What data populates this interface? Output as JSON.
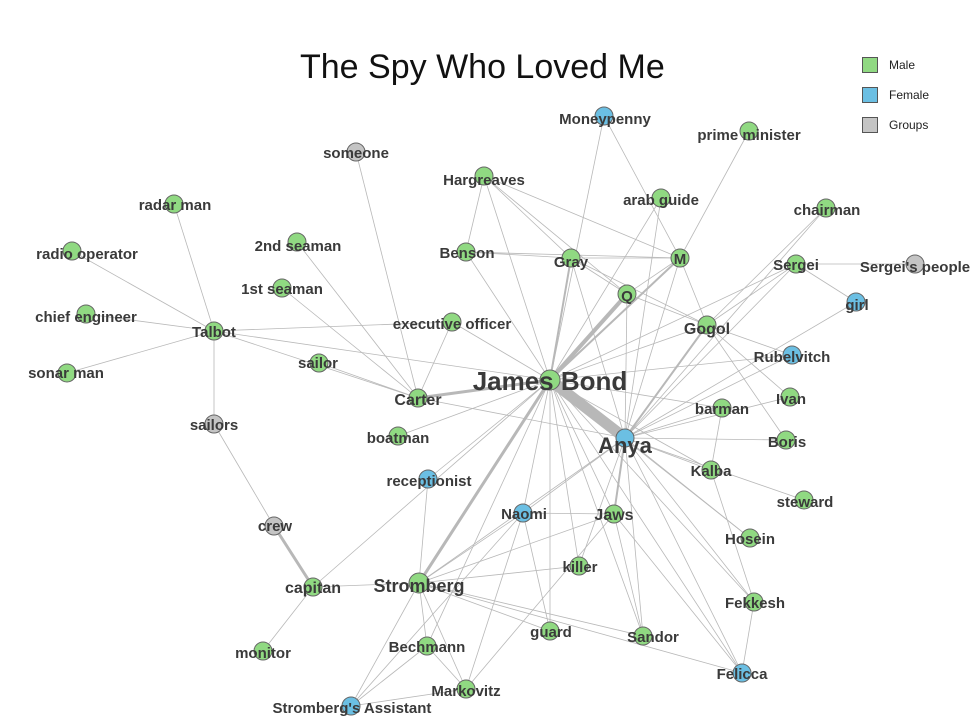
{
  "title": "The Spy Who Loved Me",
  "legend": [
    {
      "label": "Male",
      "group": "male"
    },
    {
      "label": "Female",
      "group": "female"
    },
    {
      "label": "Groups",
      "group": "group"
    }
  ],
  "colors": {
    "male": "#90d982",
    "female": "#6bbfe3",
    "group": "#c4c4c4",
    "node_stroke": "#666666",
    "edge": "#b8b8b8",
    "label": "#3a3a3a"
  },
  "nodes": [
    {
      "id": "James Bond",
      "group": "male"
    },
    {
      "id": "Anya",
      "group": "female"
    },
    {
      "id": "Moneypenny",
      "group": "female"
    },
    {
      "id": "prime minister",
      "group": "male"
    },
    {
      "id": "someone",
      "group": "group"
    },
    {
      "id": "Hargreaves",
      "group": "male"
    },
    {
      "id": "arab guide",
      "group": "male"
    },
    {
      "id": "radar man",
      "group": "male"
    },
    {
      "id": "chairman",
      "group": "male"
    },
    {
      "id": "2nd seaman",
      "group": "male"
    },
    {
      "id": "radio operator",
      "group": "male"
    },
    {
      "id": "Benson",
      "group": "male"
    },
    {
      "id": "Gray",
      "group": "male"
    },
    {
      "id": "M",
      "group": "male"
    },
    {
      "id": "Sergei",
      "group": "male"
    },
    {
      "id": "Sergei's people",
      "group": "group"
    },
    {
      "id": "1st seaman",
      "group": "male"
    },
    {
      "id": "Q",
      "group": "male"
    },
    {
      "id": "girl",
      "group": "female"
    },
    {
      "id": "chief engineer",
      "group": "male"
    },
    {
      "id": "Talbot",
      "group": "male"
    },
    {
      "id": "executive officer",
      "group": "male"
    },
    {
      "id": "Gogol",
      "group": "male"
    },
    {
      "id": "Rubelvitch",
      "group": "female"
    },
    {
      "id": "sonar man",
      "group": "male"
    },
    {
      "id": "sailor",
      "group": "male"
    },
    {
      "id": "Carter",
      "group": "male"
    },
    {
      "id": "Ivan",
      "group": "male"
    },
    {
      "id": "barman",
      "group": "male"
    },
    {
      "id": "sailors",
      "group": "group"
    },
    {
      "id": "boatman",
      "group": "male"
    },
    {
      "id": "Boris",
      "group": "male"
    },
    {
      "id": "receptionist",
      "group": "female"
    },
    {
      "id": "Kalba",
      "group": "male"
    },
    {
      "id": "steward",
      "group": "male"
    },
    {
      "id": "Naomi",
      "group": "female"
    },
    {
      "id": "Jaws",
      "group": "male"
    },
    {
      "id": "crew",
      "group": "group"
    },
    {
      "id": "Hosein",
      "group": "male"
    },
    {
      "id": "killer",
      "group": "male"
    },
    {
      "id": "capitan",
      "group": "male"
    },
    {
      "id": "Stromberg",
      "group": "male"
    },
    {
      "id": "Fekkesh",
      "group": "male"
    },
    {
      "id": "guard",
      "group": "male"
    },
    {
      "id": "Sandor",
      "group": "male"
    },
    {
      "id": "Bechmann",
      "group": "male"
    },
    {
      "id": "monitor",
      "group": "male"
    },
    {
      "id": "Felicca",
      "group": "female"
    },
    {
      "id": "Markovitz",
      "group": "male"
    },
    {
      "id": "Stromberg's Assistant",
      "group": "female"
    }
  ],
  "edges": [
    [
      "James Bond",
      "Anya"
    ],
    [
      "James Bond",
      "Moneypenny"
    ],
    [
      "James Bond",
      "Hargreaves"
    ],
    [
      "James Bond",
      "Benson"
    ],
    [
      "James Bond",
      "Gray"
    ],
    [
      "James Bond",
      "M"
    ],
    [
      "James Bond",
      "Q"
    ],
    [
      "James Bond",
      "Gogol"
    ],
    [
      "James Bond",
      "Sergei"
    ],
    [
      "James Bond",
      "executive officer"
    ],
    [
      "James Bond",
      "Carter"
    ],
    [
      "James Bond",
      "Talbot"
    ],
    [
      "James Bond",
      "Stromberg"
    ],
    [
      "James Bond",
      "Naomi"
    ],
    [
      "James Bond",
      "Jaws"
    ],
    [
      "James Bond",
      "receptionist"
    ],
    [
      "James Bond",
      "boatman"
    ],
    [
      "James Bond",
      "Kalba"
    ],
    [
      "James Bond",
      "barman"
    ],
    [
      "James Bond",
      "Fekkesh"
    ],
    [
      "James Bond",
      "Sandor"
    ],
    [
      "James Bond",
      "Hosein"
    ],
    [
      "James Bond",
      "arab guide"
    ],
    [
      "James Bond",
      "capitan"
    ],
    [
      "James Bond",
      "Felicca"
    ],
    [
      "James Bond",
      "Bechmann"
    ],
    [
      "James Bond",
      "Rubelvitch"
    ],
    [
      "James Bond",
      "killer"
    ],
    [
      "James Bond",
      "guard"
    ],
    [
      "Anya",
      "Gogol"
    ],
    [
      "Anya",
      "M"
    ],
    [
      "Anya",
      "Q"
    ],
    [
      "Anya",
      "Gray"
    ],
    [
      "Anya",
      "Sergei"
    ],
    [
      "Anya",
      "girl"
    ],
    [
      "Anya",
      "Rubelvitch"
    ],
    [
      "Anya",
      "Ivan"
    ],
    [
      "Anya",
      "Boris"
    ],
    [
      "Anya",
      "barman"
    ],
    [
      "Anya",
      "Kalba"
    ],
    [
      "Anya",
      "steward"
    ],
    [
      "Anya",
      "Jaws"
    ],
    [
      "Anya",
      "Naomi"
    ],
    [
      "Anya",
      "Stromberg"
    ],
    [
      "Anya",
      "Hosein"
    ],
    [
      "Anya",
      "Fekkesh"
    ],
    [
      "Anya",
      "Felicca"
    ],
    [
      "Anya",
      "Sandor"
    ],
    [
      "Anya",
      "Carter"
    ],
    [
      "Anya",
      "chairman"
    ],
    [
      "Anya",
      "killer"
    ],
    [
      "Anya",
      "arab guide"
    ],
    [
      "M",
      "Gogol"
    ],
    [
      "M",
      "Q"
    ],
    [
      "M",
      "Gray"
    ],
    [
      "M",
      "Benson"
    ],
    [
      "M",
      "prime minister"
    ],
    [
      "M",
      "Moneypenny"
    ],
    [
      "M",
      "Hargreaves"
    ],
    [
      "Gray",
      "Benson"
    ],
    [
      "Gray",
      "Hargreaves"
    ],
    [
      "Gray",
      "Q"
    ],
    [
      "Gray",
      "Gogol"
    ],
    [
      "Hargreaves",
      "Benson"
    ],
    [
      "Hargreaves",
      "Q"
    ],
    [
      "Gogol",
      "Sergei"
    ],
    [
      "Gogol",
      "Rubelvitch"
    ],
    [
      "Gogol",
      "chairman"
    ],
    [
      "Gogol",
      "Ivan"
    ],
    [
      "Gogol",
      "Boris"
    ],
    [
      "Gogol",
      "Q"
    ],
    [
      "Sergei",
      "Sergei's people"
    ],
    [
      "Sergei",
      "girl"
    ],
    [
      "Talbot",
      "radar man"
    ],
    [
      "Talbot",
      "radio operator"
    ],
    [
      "Talbot",
      "chief engineer"
    ],
    [
      "Talbot",
      "sonar man"
    ],
    [
      "Talbot",
      "sailors"
    ],
    [
      "Talbot",
      "executive officer"
    ],
    [
      "Talbot",
      "Carter"
    ],
    [
      "sailors",
      "crew"
    ],
    [
      "crew",
      "capitan"
    ],
    [
      "capitan",
      "monitor"
    ],
    [
      "capitan",
      "Stromberg"
    ],
    [
      "Carter",
      "executive officer"
    ],
    [
      "Carter",
      "2nd seaman"
    ],
    [
      "Carter",
      "1st seaman"
    ],
    [
      "Carter",
      "sailor"
    ],
    [
      "Carter",
      "someone"
    ],
    [
      "Stromberg",
      "Naomi"
    ],
    [
      "Stromberg",
      "Jaws"
    ],
    [
      "Stromberg",
      "Bechmann"
    ],
    [
      "Stromberg",
      "Markovitz"
    ],
    [
      "Stromberg",
      "Stromberg's Assistant"
    ],
    [
      "Stromberg",
      "receptionist"
    ],
    [
      "Stromberg",
      "killer"
    ],
    [
      "Stromberg",
      "Sandor"
    ],
    [
      "Stromberg",
      "guard"
    ],
    [
      "Stromberg",
      "Felicca"
    ],
    [
      "Bechmann",
      "Markovitz"
    ],
    [
      "Bechmann",
      "Stromberg's Assistant"
    ],
    [
      "Markovitz",
      "Stromberg's Assistant"
    ],
    [
      "Naomi",
      "Stromberg's Assistant"
    ],
    [
      "Naomi",
      "Jaws"
    ],
    [
      "Naomi",
      "Markovitz"
    ],
    [
      "Jaws",
      "Sandor"
    ],
    [
      "Jaws",
      "Felicca"
    ],
    [
      "Fekkesh",
      "Felicca"
    ],
    [
      "Fekkesh",
      "Kalba"
    ],
    [
      "Jaws",
      "Markovitz"
    ],
    [
      "guard",
      "Naomi"
    ],
    [
      "Kalba",
      "barman"
    ]
  ]
}
